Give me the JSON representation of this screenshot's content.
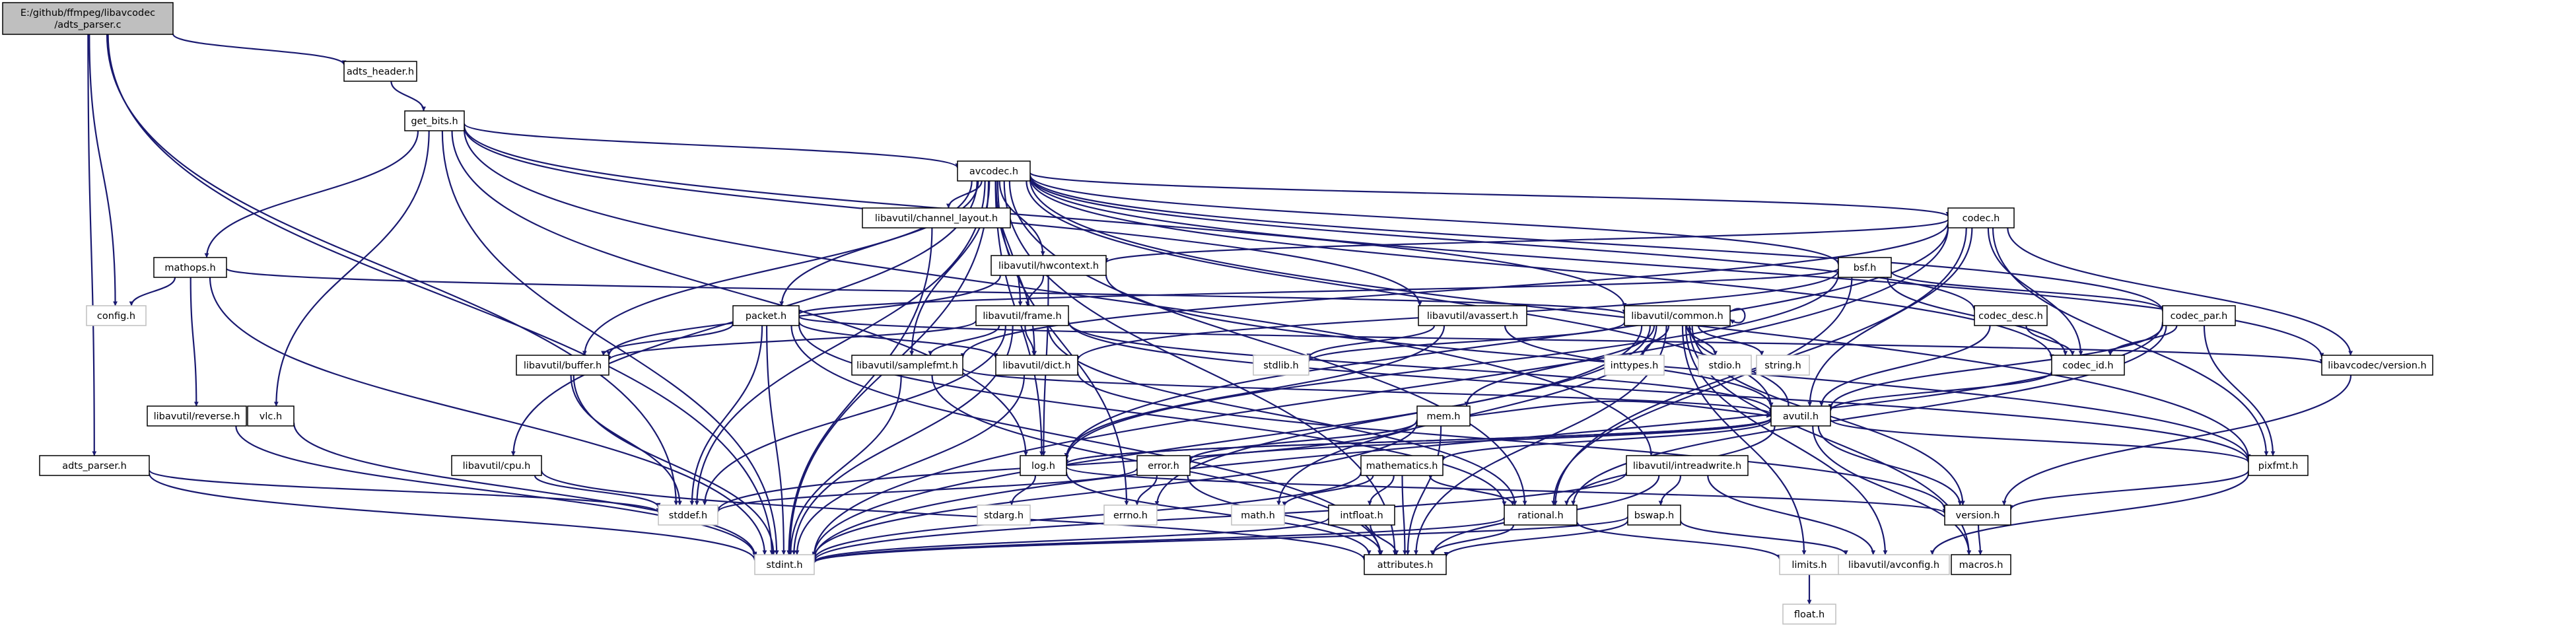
{
  "nodes": [
    {
      "id": "root",
      "lines": [
        "E:/github/ffmpeg/libavcodec",
        "/adts_parser.c"
      ],
      "kind": "root"
    },
    {
      "id": "adts_header",
      "lines": [
        "adts_header.h"
      ],
      "kind": "doc"
    },
    {
      "id": "get_bits",
      "lines": [
        "get_bits.h"
      ],
      "kind": "doc"
    },
    {
      "id": "avcodec",
      "lines": [
        "avcodec.h"
      ],
      "kind": "doc"
    },
    {
      "id": "channel_layout",
      "lines": [
        "libavutil/channel_layout.h"
      ],
      "kind": "doc"
    },
    {
      "id": "codec",
      "lines": [
        "codec.h"
      ],
      "kind": "doc"
    },
    {
      "id": "mathops",
      "lines": [
        "mathops.h"
      ],
      "kind": "doc"
    },
    {
      "id": "hwcontext",
      "lines": [
        "libavutil/hwcontext.h"
      ],
      "kind": "doc"
    },
    {
      "id": "bsf",
      "lines": [
        "bsf.h"
      ],
      "kind": "doc"
    },
    {
      "id": "config",
      "lines": [
        "config.h"
      ],
      "kind": "ext"
    },
    {
      "id": "packet",
      "lines": [
        "packet.h"
      ],
      "kind": "doc"
    },
    {
      "id": "frame",
      "lines": [
        "libavutil/frame.h"
      ],
      "kind": "doc"
    },
    {
      "id": "avassert",
      "lines": [
        "libavutil/avassert.h"
      ],
      "kind": "doc"
    },
    {
      "id": "common",
      "lines": [
        "libavutil/common.h"
      ],
      "kind": "doc"
    },
    {
      "id": "codec_desc",
      "lines": [
        "codec_desc.h"
      ],
      "kind": "doc"
    },
    {
      "id": "codec_par",
      "lines": [
        "codec_par.h"
      ],
      "kind": "doc"
    },
    {
      "id": "buffer",
      "lines": [
        "libavutil/buffer.h"
      ],
      "kind": "doc"
    },
    {
      "id": "samplefmt",
      "lines": [
        "libavutil/samplefmt.h"
      ],
      "kind": "doc"
    },
    {
      "id": "dict",
      "lines": [
        "libavutil/dict.h"
      ],
      "kind": "doc"
    },
    {
      "id": "stdlib",
      "lines": [
        "stdlib.h"
      ],
      "kind": "ext"
    },
    {
      "id": "inttypes",
      "lines": [
        "inttypes.h"
      ],
      "kind": "ext"
    },
    {
      "id": "stdio",
      "lines": [
        "stdio.h"
      ],
      "kind": "ext"
    },
    {
      "id": "string",
      "lines": [
        "string.h"
      ],
      "kind": "ext"
    },
    {
      "id": "codec_id",
      "lines": [
        "codec_id.h"
      ],
      "kind": "doc"
    },
    {
      "id": "lavc_version",
      "lines": [
        "libavcodec/version.h"
      ],
      "kind": "doc"
    },
    {
      "id": "mem",
      "lines": [
        "mem.h"
      ],
      "kind": "doc"
    },
    {
      "id": "reverse",
      "lines": [
        "libavutil/reverse.h"
      ],
      "kind": "doc"
    },
    {
      "id": "vlc",
      "lines": [
        "vlc.h"
      ],
      "kind": "doc"
    },
    {
      "id": "avutil",
      "lines": [
        "avutil.h"
      ],
      "kind": "doc"
    },
    {
      "id": "adts_parser",
      "lines": [
        "adts_parser.h"
      ],
      "kind": "doc"
    },
    {
      "id": "cpu",
      "lines": [
        "libavutil/cpu.h"
      ],
      "kind": "doc"
    },
    {
      "id": "log",
      "lines": [
        "log.h"
      ],
      "kind": "doc"
    },
    {
      "id": "error",
      "lines": [
        "error.h"
      ],
      "kind": "doc"
    },
    {
      "id": "mathematics",
      "lines": [
        "mathematics.h"
      ],
      "kind": "doc"
    },
    {
      "id": "intreadwrite",
      "lines": [
        "libavutil/intreadwrite.h"
      ],
      "kind": "doc"
    },
    {
      "id": "pixfmt",
      "lines": [
        "pixfmt.h"
      ],
      "kind": "doc"
    },
    {
      "id": "stddef",
      "lines": [
        "stddef.h"
      ],
      "kind": "ext"
    },
    {
      "id": "stdarg",
      "lines": [
        "stdarg.h"
      ],
      "kind": "ext"
    },
    {
      "id": "errno",
      "lines": [
        "errno.h"
      ],
      "kind": "ext"
    },
    {
      "id": "math",
      "lines": [
        "math.h"
      ],
      "kind": "ext"
    },
    {
      "id": "intfloat",
      "lines": [
        "intfloat.h"
      ],
      "kind": "doc"
    },
    {
      "id": "rational",
      "lines": [
        "rational.h"
      ],
      "kind": "doc"
    },
    {
      "id": "bswap",
      "lines": [
        "bswap.h"
      ],
      "kind": "doc"
    },
    {
      "id": "version",
      "lines": [
        "version.h"
      ],
      "kind": "doc"
    },
    {
      "id": "stdint",
      "lines": [
        "stdint.h"
      ],
      "kind": "ext"
    },
    {
      "id": "attributes",
      "lines": [
        "attributes.h"
      ],
      "kind": "doc"
    },
    {
      "id": "limits",
      "lines": [
        "limits.h"
      ],
      "kind": "ext"
    },
    {
      "id": "avconfig",
      "lines": [
        "libavutil/avconfig.h"
      ],
      "kind": "ext"
    },
    {
      "id": "macros",
      "lines": [
        "macros.h"
      ],
      "kind": "doc"
    },
    {
      "id": "float",
      "lines": [
        "float.h"
      ],
      "kind": "ext"
    }
  ],
  "edges": [
    [
      "root",
      "adts_header"
    ],
    [
      "root",
      "config"
    ],
    [
      "root",
      "adts_parser"
    ],
    [
      "root",
      "stdint"
    ],
    [
      "root",
      "stddef"
    ],
    [
      "adts_header",
      "get_bits"
    ],
    [
      "get_bits",
      "avcodec"
    ],
    [
      "get_bits",
      "mathops"
    ],
    [
      "get_bits",
      "vlc"
    ],
    [
      "get_bits",
      "stdint"
    ],
    [
      "get_bits",
      "log"
    ],
    [
      "get_bits",
      "common"
    ],
    [
      "get_bits",
      "avassert"
    ],
    [
      "get_bits",
      "intreadwrite"
    ],
    [
      "avcodec",
      "channel_layout"
    ],
    [
      "avcodec",
      "codec"
    ],
    [
      "avcodec",
      "hwcontext"
    ],
    [
      "avcodec",
      "bsf"
    ],
    [
      "avcodec",
      "packet"
    ],
    [
      "avcodec",
      "frame"
    ],
    [
      "avcodec",
      "samplefmt"
    ],
    [
      "avcodec",
      "dict"
    ],
    [
      "avcodec",
      "buffer"
    ],
    [
      "avcodec",
      "codec_desc"
    ],
    [
      "avcodec",
      "codec_par"
    ],
    [
      "avcodec",
      "codec_id"
    ],
    [
      "avcodec",
      "lavc_version"
    ],
    [
      "avcodec",
      "avutil"
    ],
    [
      "avcodec",
      "log"
    ],
    [
      "avcodec",
      "pixfmt"
    ],
    [
      "avcodec",
      "rational"
    ],
    [
      "avcodec",
      "attributes"
    ],
    [
      "avcodec",
      "stdint"
    ],
    [
      "avcodec",
      "cpu"
    ],
    [
      "avcodec",
      "stddef"
    ],
    [
      "avcodec",
      "errno"
    ],
    [
      "channel_layout",
      "stdint"
    ],
    [
      "codec",
      "hwcontext"
    ],
    [
      "codec",
      "samplefmt"
    ],
    [
      "codec",
      "codec_id"
    ],
    [
      "codec",
      "lavc_version"
    ],
    [
      "codec",
      "avutil"
    ],
    [
      "codec",
      "log"
    ],
    [
      "codec",
      "pixfmt"
    ],
    [
      "codec",
      "rational"
    ],
    [
      "codec",
      "stdint"
    ],
    [
      "mathops",
      "config"
    ],
    [
      "mathops",
      "common"
    ],
    [
      "mathops",
      "reverse"
    ],
    [
      "mathops",
      "stdint"
    ],
    [
      "hwcontext",
      "buffer"
    ],
    [
      "hwcontext",
      "frame"
    ],
    [
      "hwcontext",
      "log"
    ],
    [
      "hwcontext",
      "pixfmt"
    ],
    [
      "bsf",
      "codec_id"
    ],
    [
      "bsf",
      "codec_par"
    ],
    [
      "bsf",
      "packet"
    ],
    [
      "bsf",
      "dict"
    ],
    [
      "bsf",
      "log"
    ],
    [
      "bsf",
      "rational"
    ],
    [
      "packet",
      "buffer"
    ],
    [
      "packet",
      "dict"
    ],
    [
      "packet",
      "rational"
    ],
    [
      "packet",
      "attributes"
    ],
    [
      "packet",
      "stddef"
    ],
    [
      "packet",
      "stdint"
    ],
    [
      "packet",
      "lavc_version"
    ],
    [
      "frame",
      "buffer"
    ],
    [
      "frame",
      "samplefmt"
    ],
    [
      "frame",
      "dict"
    ],
    [
      "frame",
      "avutil"
    ],
    [
      "frame",
      "rational"
    ],
    [
      "frame",
      "pixfmt"
    ],
    [
      "frame",
      "stddef"
    ],
    [
      "frame",
      "stdint"
    ],
    [
      "avassert",
      "stdlib"
    ],
    [
      "avassert",
      "avutil"
    ],
    [
      "avassert",
      "log"
    ],
    [
      "common",
      "common"
    ],
    [
      "common",
      "stdlib"
    ],
    [
      "common",
      "inttypes"
    ],
    [
      "common",
      "stdio"
    ],
    [
      "common",
      "string"
    ],
    [
      "common",
      "mem"
    ],
    [
      "common",
      "limits"
    ],
    [
      "common",
      "math"
    ],
    [
      "common",
      "errno"
    ],
    [
      "common",
      "attributes"
    ],
    [
      "common",
      "macros"
    ],
    [
      "common",
      "version"
    ],
    [
      "common",
      "avconfig"
    ],
    [
      "common",
      "stdint"
    ],
    [
      "codec_desc",
      "avutil"
    ],
    [
      "codec_desc",
      "codec_id"
    ],
    [
      "codec_par",
      "avutil"
    ],
    [
      "codec_par",
      "codec_id"
    ],
    [
      "codec_par",
      "pixfmt"
    ],
    [
      "codec_par",
      "rational"
    ],
    [
      "codec_par",
      "stdint"
    ],
    [
      "buffer",
      "stddef"
    ],
    [
      "buffer",
      "stdint"
    ],
    [
      "samplefmt",
      "avutil"
    ],
    [
      "samplefmt",
      "attributes"
    ],
    [
      "samplefmt",
      "stdint"
    ],
    [
      "dict",
      "version"
    ],
    [
      "dict",
      "stdint"
    ],
    [
      "codec_id",
      "avutil"
    ],
    [
      "lavc_version",
      "version"
    ],
    [
      "mem",
      "attributes"
    ],
    [
      "mem",
      "avutil"
    ],
    [
      "mem",
      "error"
    ],
    [
      "mem",
      "stddef"
    ],
    [
      "mem",
      "stdint"
    ],
    [
      "reverse",
      "stdint"
    ],
    [
      "vlc",
      "stdint"
    ],
    [
      "avutil",
      "common"
    ],
    [
      "avutil",
      "error"
    ],
    [
      "avutil",
      "log"
    ],
    [
      "avutil",
      "mathematics"
    ],
    [
      "avutil",
      "rational"
    ],
    [
      "avutil",
      "version"
    ],
    [
      "avutil",
      "pixfmt"
    ],
    [
      "avutil",
      "macros"
    ],
    [
      "adts_parser",
      "stddef"
    ],
    [
      "adts_parser",
      "stdint"
    ],
    [
      "cpu",
      "stddef"
    ],
    [
      "cpu",
      "attributes"
    ],
    [
      "log",
      "stdarg"
    ],
    [
      "log",
      "attributes"
    ],
    [
      "log",
      "version"
    ],
    [
      "log",
      "avutil"
    ],
    [
      "error",
      "errno"
    ],
    [
      "error",
      "stddef"
    ],
    [
      "error",
      "attributes"
    ],
    [
      "mathematics",
      "stdint"
    ],
    [
      "mathematics",
      "math"
    ],
    [
      "mathematics",
      "attributes"
    ],
    [
      "mathematics",
      "rational"
    ],
    [
      "mathematics",
      "intfloat"
    ],
    [
      "intreadwrite",
      "stdint"
    ],
    [
      "intreadwrite",
      "avconfig"
    ],
    [
      "intreadwrite",
      "attributes"
    ],
    [
      "intreadwrite",
      "bswap"
    ],
    [
      "pixfmt",
      "version"
    ],
    [
      "pixfmt",
      "avconfig"
    ],
    [
      "intfloat",
      "stdint"
    ],
    [
      "intfloat",
      "attributes"
    ],
    [
      "rational",
      "stdint"
    ],
    [
      "rational",
      "limits"
    ],
    [
      "rational",
      "attributes"
    ],
    [
      "bswap",
      "stdint"
    ],
    [
      "bswap",
      "avconfig"
    ],
    [
      "bswap",
      "attributes"
    ],
    [
      "version",
      "macros"
    ],
    [
      "limits",
      "float"
    ]
  ]
}
